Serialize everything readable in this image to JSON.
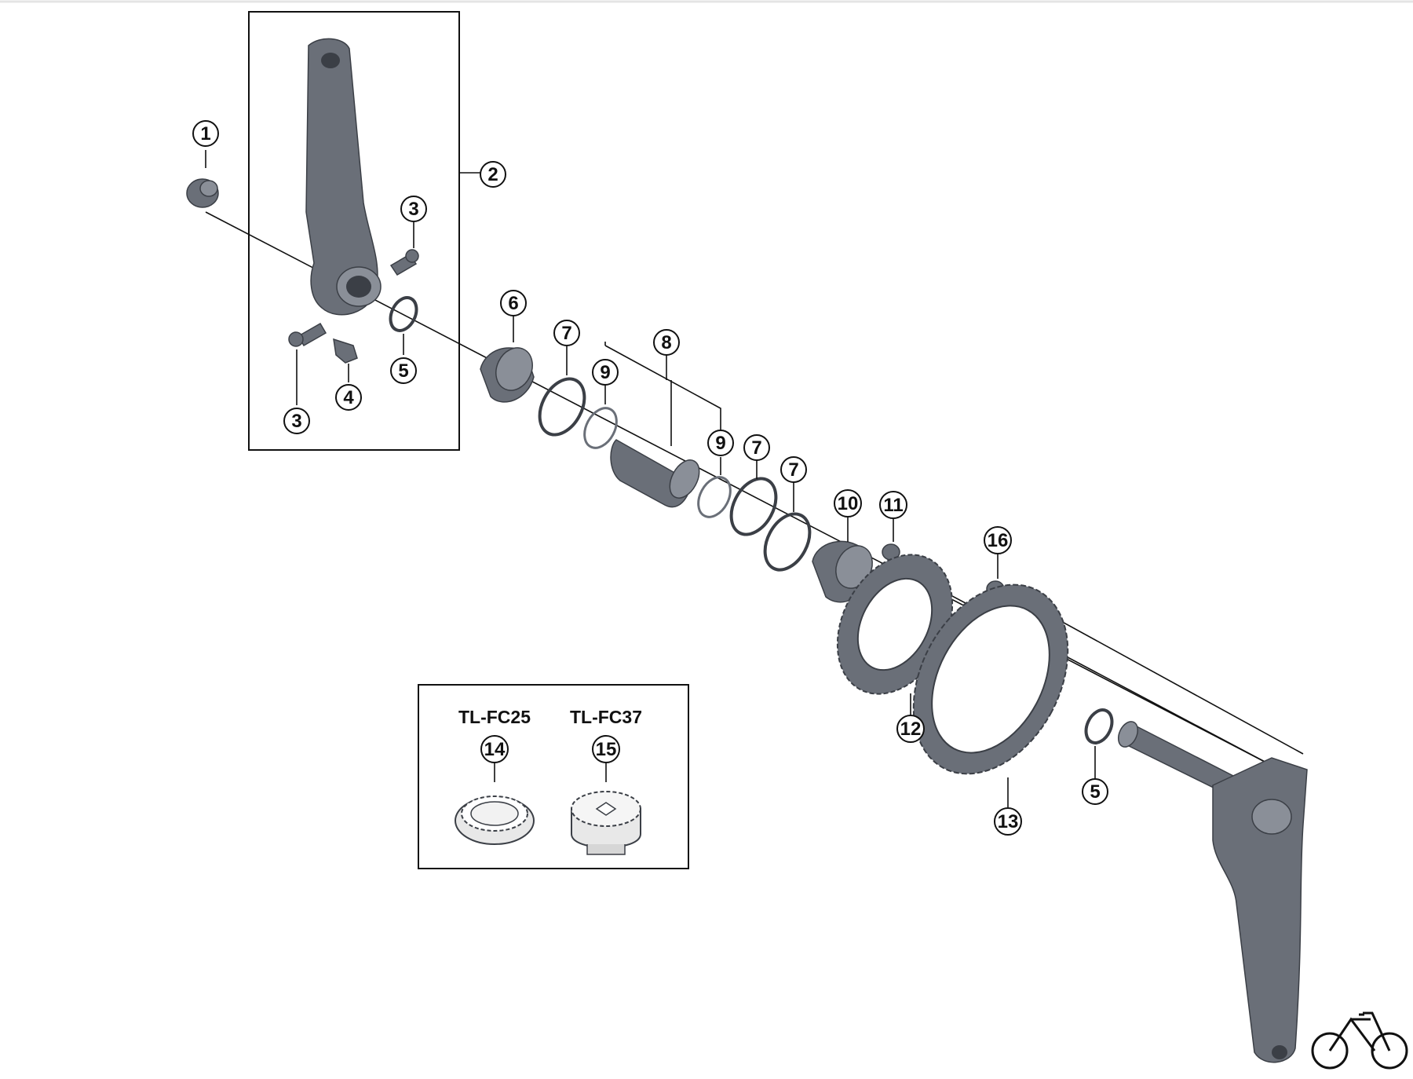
{
  "callouts": {
    "c1": "1",
    "c2": "2",
    "c3a": "3",
    "c3b": "3",
    "c4": "4",
    "c5a": "5",
    "c5b": "5",
    "c6": "6",
    "c7a": "7",
    "c7b": "7",
    "c7c": "7",
    "c8": "8",
    "c9a": "9",
    "c9b": "9",
    "c10": "10",
    "c11": "11",
    "c12": "12",
    "c13": "13",
    "c14": "14",
    "c15": "15",
    "c16": "16"
  },
  "tools": {
    "tool_a": "TL-FC25",
    "tool_b": "TL-FC37"
  },
  "icons": {
    "brand_logo": "bicycle-icon"
  },
  "colors": {
    "part_fill": "#6a6f78",
    "line": "#111111"
  }
}
